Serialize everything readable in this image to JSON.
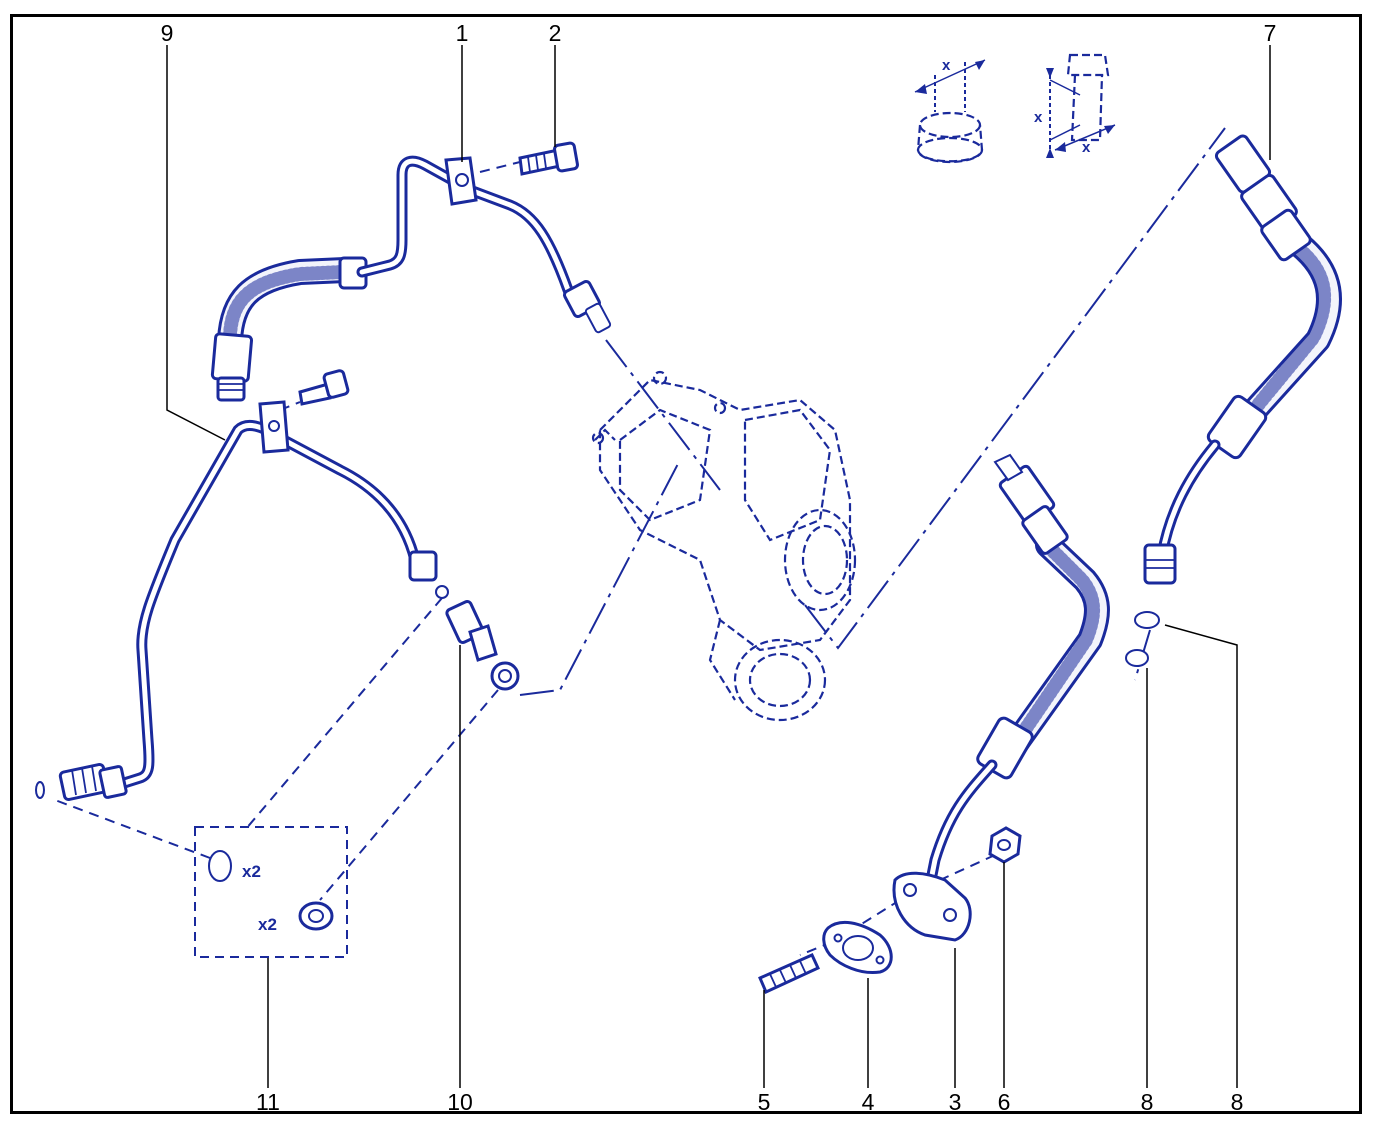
{
  "diagram": {
    "callouts": [
      "1",
      "2",
      "3",
      "4",
      "5",
      "6",
      "7",
      "8",
      "8",
      "9",
      "10",
      "11"
    ],
    "kit_quantities": [
      "x2",
      "x2"
    ],
    "dimension_symbol": "x"
  },
  "colors": {
    "ink": "#1a2a9c",
    "leader": "#000000",
    "frame": "#000000",
    "background": "#ffffff"
  }
}
